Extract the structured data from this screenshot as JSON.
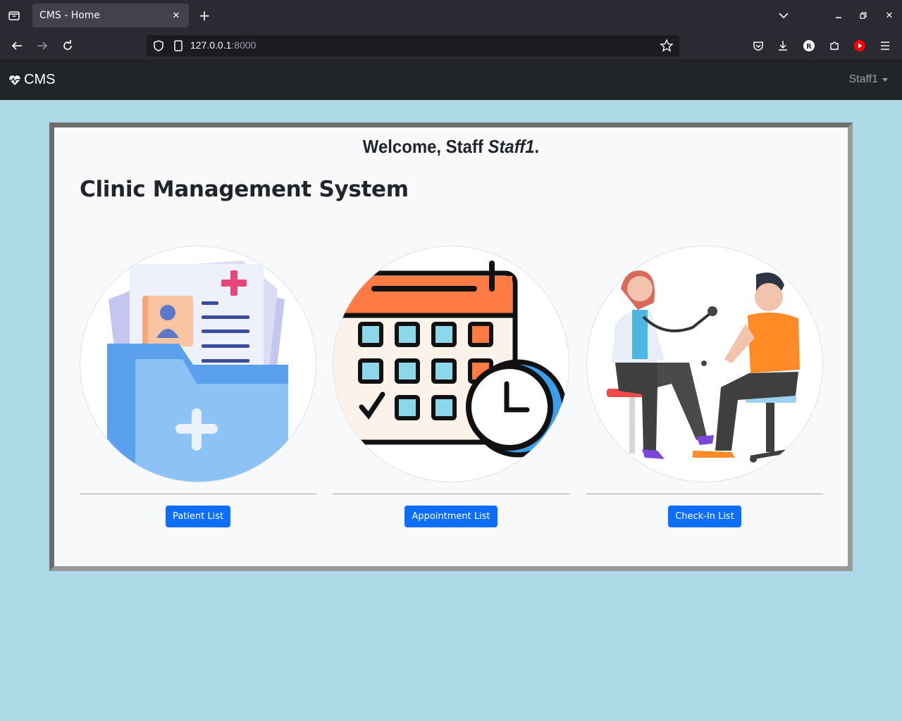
{
  "browser": {
    "tab_title": "CMS - Home",
    "url_host": "127.0.0.1",
    "url_port": ":8000"
  },
  "app": {
    "brand": "CMS",
    "user": "Staff1"
  },
  "main": {
    "welcome_prefix": "Welcome, Staff ",
    "welcome_name": "Staff1",
    "welcome_suffix": ".",
    "title": "Clinic Management System",
    "cards": [
      {
        "label": "Patient List",
        "icon": "patient-folder-icon"
      },
      {
        "label": "Appointment List",
        "icon": "calendar-clock-icon"
      },
      {
        "label": "Check-In List",
        "icon": "doctor-patient-icon"
      }
    ]
  }
}
